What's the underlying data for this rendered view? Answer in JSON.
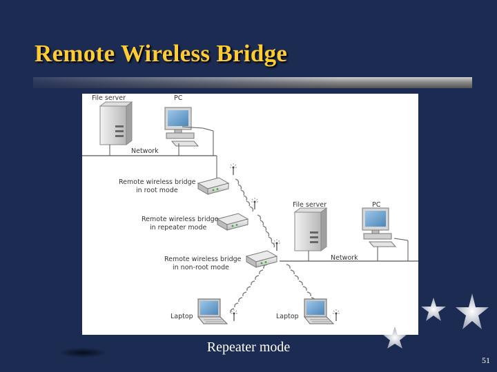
{
  "slide": {
    "title": "Remote Wireless Bridge",
    "caption": "Repeater mode",
    "slide_number": "51"
  },
  "diagram": {
    "labels": {
      "file_server_top": "File server",
      "pc_top": "PC",
      "network_top": "Network",
      "bridge_root_1": "Remote wireless bridge",
      "bridge_root_2": "in root mode",
      "bridge_repeater_1": "Remote wireless bridge",
      "bridge_repeater_2": "in repeater mode",
      "bridge_nonroot_1": "Remote wireless bridge",
      "bridge_nonroot_2": "in non-root mode",
      "file_server_right": "File server",
      "pc_right": "PC",
      "network_right": "Network",
      "laptop_left": "Laptop",
      "laptop_right": "Laptop"
    }
  },
  "colors": {
    "background": "#1c2b52",
    "title": "#ffcc33",
    "caption": "#ffffff"
  },
  "icons": [
    "file-server-icon",
    "pc-icon",
    "wireless-bridge-icon",
    "laptop-icon",
    "star-icon"
  ]
}
